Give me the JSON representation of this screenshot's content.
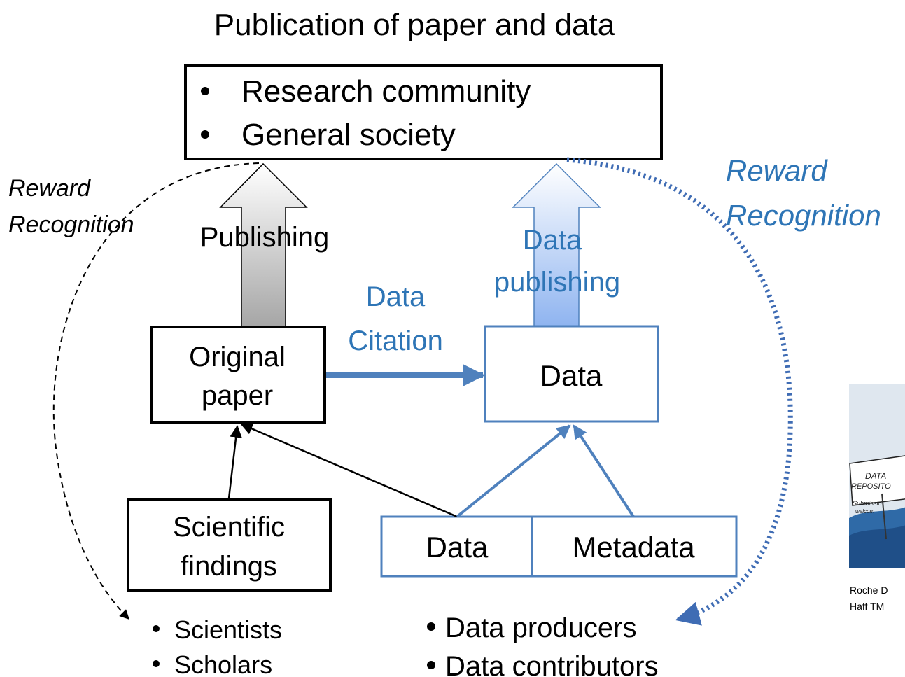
{
  "title": "Publication of paper and data",
  "top_box": {
    "items": [
      "Research community",
      "General society"
    ]
  },
  "reward_left": {
    "line1": "Reward",
    "line2": "Recognition"
  },
  "reward_right": {
    "line1": "Reward",
    "line2": "Recognition"
  },
  "publishing_label": "Publishing",
  "data_publishing": {
    "line1": "Data",
    "line2": "publishing"
  },
  "data_citation": {
    "line1": "Data",
    "line2": "Citation"
  },
  "original_paper": {
    "line1": "Original",
    "line2": "paper"
  },
  "data_box": "Data",
  "scientific_findings": {
    "line1": "Scientific",
    "line2": "findings"
  },
  "data_cell": "Data",
  "metadata_cell": "Metadata",
  "left_people": [
    "Scientists",
    "Scholars"
  ],
  "right_people": [
    "Data producers",
    "Data contributors"
  ],
  "cartoon": {
    "sign_line1": "DATA",
    "sign_line2": "REPOSITO",
    "sign_line3": "Submissio",
    "sign_line4": "welcom"
  },
  "credit": {
    "line1": "Roche D",
    "line2": "Haff TM"
  },
  "colors": {
    "black": "#000000",
    "blue_text": "#2E75B6",
    "blue_box": "#4F81BD",
    "dotted_blue": "#3F6CB4"
  }
}
